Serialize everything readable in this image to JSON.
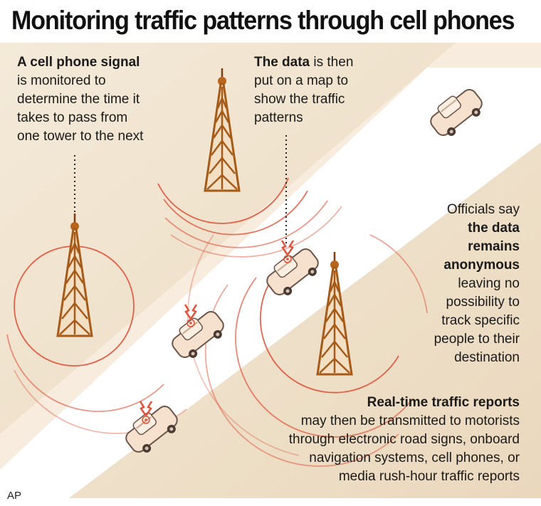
{
  "title": "Monitoring traffic patterns through cell phones",
  "callouts": {
    "signal": {
      "bold": "A cell phone signal",
      "lines": [
        "is monitored to",
        "determine the time it",
        "takes to pass from",
        "one tower to the next"
      ]
    },
    "data": {
      "bold": "The data",
      "line1_rest": " is then",
      "lines": [
        "put on a map to",
        "show the traffic",
        "patterns"
      ]
    },
    "officials": {
      "line1": "Officials say",
      "bold_lines": [
        "the data",
        "remains",
        "anonymous"
      ],
      "lines": [
        "leaving no",
        "possibility to",
        "track specific",
        "people to their",
        "destination"
      ]
    },
    "reports": {
      "bold": "Real-time traffic reports",
      "lines": [
        "may then be transmitted to motorists",
        "through electronic road signs, onboard",
        "navigation systems, cell phones, or",
        "media rush-hour traffic reports"
      ]
    }
  },
  "credit": "AP",
  "colors": {
    "background_tan": "#efe3cf",
    "road": "#ffffff",
    "signal_rings": "#e0523a",
    "tower": "#b8651e",
    "car_body": "#f6e1cf",
    "car_outline": "#6b5548"
  }
}
